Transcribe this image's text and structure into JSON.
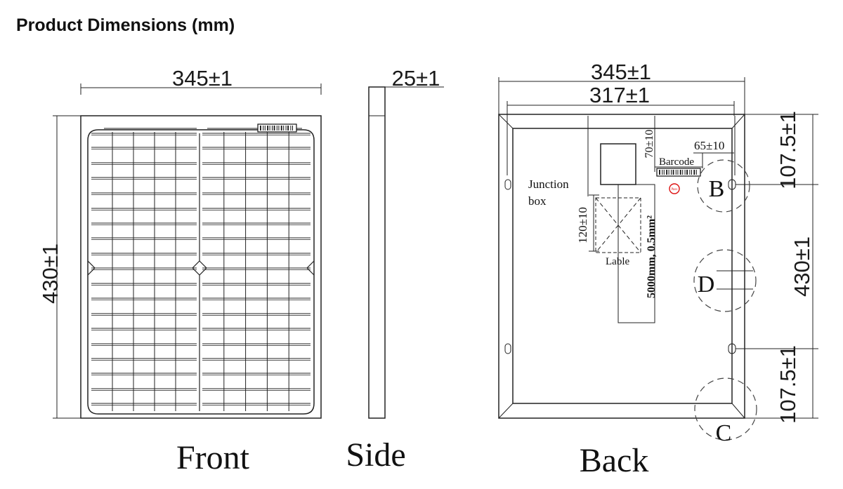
{
  "title": "Product Dimensions (mm)",
  "front": {
    "width_dim": "345±1",
    "height_dim": "430±1",
    "label": "Front"
  },
  "side": {
    "thickness_dim": "25±1",
    "label": "Side"
  },
  "back": {
    "width_dim": "345±1",
    "inner_width_dim": "317±1",
    "top_hole_dim": "107.5±1",
    "hole_spacing_dim": "430±1",
    "bottom_hole_dim": "107.5±1",
    "junction_box_dim": "70±10",
    "barcode_offset_dim": "65±10",
    "label_offset_dim": "120±10",
    "junction_box_label": [
      "Junction",
      "box"
    ],
    "barcode_label": "Barcode",
    "lable_label": "Lable",
    "cable_label": "5000mm, 0.5mm²",
    "pass_stamp": "Pass",
    "detail_b": "B",
    "detail_c": "C",
    "detail_d": "D",
    "label": "Back"
  }
}
